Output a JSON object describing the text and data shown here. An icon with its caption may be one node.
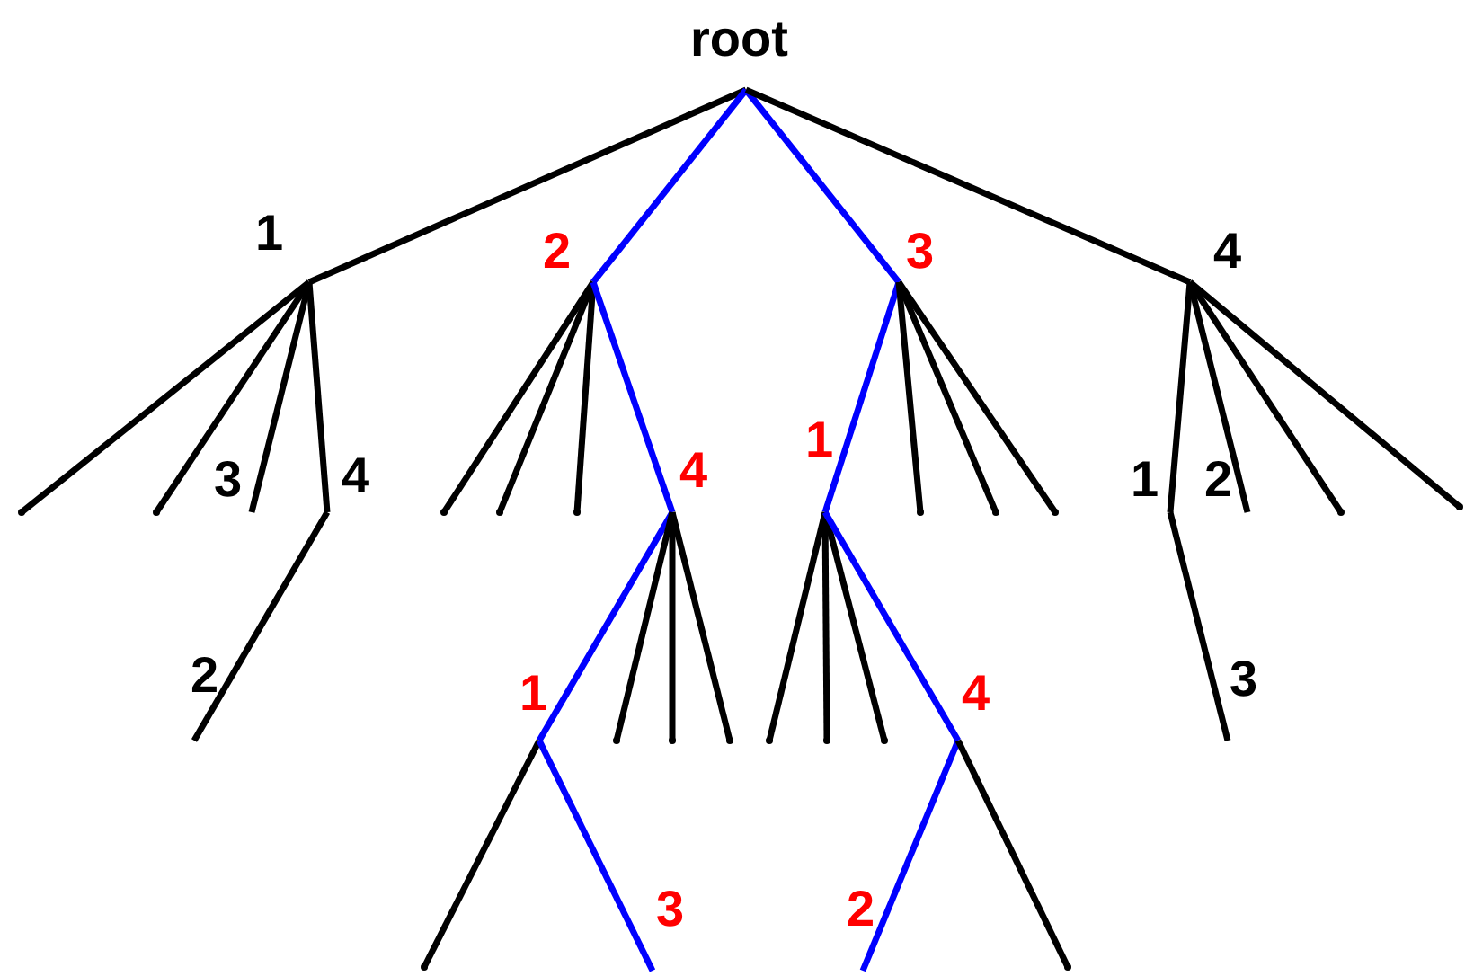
{
  "diagram": {
    "nodes": [
      {
        "text": [
          "root"
        ]
      },
      {
        "text": [
          "1"
        ]
      },
      {
        "text": [
          "2"
        ]
      },
      {
        "text": [
          "3"
        ]
      },
      {
        "text": [
          "4"
        ]
      },
      {
        "text": [],
        "shape": "point"
      },
      {
        "text": [],
        "shape": "point"
      },
      {
        "text": [
          "3"
        ]
      },
      {
        "text": [
          "4"
        ]
      },
      {
        "text": [],
        "shape": "point"
      },
      {
        "text": [],
        "shape": "point"
      },
      {
        "text": [],
        "shape": "point"
      },
      {
        "text": [
          "4"
        ]
      },
      {
        "text": [
          "1"
        ]
      },
      {
        "text": [],
        "shape": "point"
      },
      {
        "text": [],
        "shape": "point"
      },
      {
        "text": [],
        "shape": "point"
      },
      {
        "text": [
          "1"
        ]
      },
      {
        "text": [
          "2"
        ]
      },
      {
        "text": [],
        "shape": "point"
      },
      {
        "text": [],
        "shape": "point"
      },
      {
        "text": [
          "2"
        ]
      },
      {
        "text": [
          "1"
        ]
      },
      {
        "text": [],
        "shape": "point"
      },
      {
        "text": [],
        "shape": "point"
      },
      {
        "text": [],
        "shape": "point"
      },
      {
        "text": [],
        "shape": "point"
      },
      {
        "text": [],
        "shape": "point"
      },
      {
        "text": [],
        "shape": "point"
      },
      {
        "text": [
          "4"
        ]
      },
      {
        "text": [
          "3"
        ]
      },
      {
        "text": [],
        "shape": "point"
      },
      {
        "text": [
          "3"
        ]
      },
      {
        "text": [
          "2"
        ]
      },
      {
        "text": [],
        "shape": "point"
      }
    ],
    "edges": [
      {
        "from": 0,
        "to": 1,
        "arrow": "none"
      },
      {
        "from": 0,
        "to": 2,
        "arrow": "none",
        "color": "#0000ff"
      },
      {
        "from": 0,
        "to": 3,
        "arrow": "none",
        "color": "#0000ff"
      },
      {
        "from": 0,
        "to": 4,
        "arrow": "none"
      },
      {
        "from": 1,
        "to": 5,
        "arrow": "none"
      },
      {
        "from": 1,
        "to": 6,
        "arrow": "none"
      },
      {
        "from": 1,
        "to": 7,
        "arrow": "none"
      },
      {
        "from": 1,
        "to": 8,
        "arrow": "none"
      },
      {
        "from": 2,
        "to": 9,
        "arrow": "none"
      },
      {
        "from": 2,
        "to": 10,
        "arrow": "none"
      },
      {
        "from": 2,
        "to": 11,
        "arrow": "none"
      },
      {
        "from": 2,
        "to": 12,
        "arrow": "none",
        "color": "#0000ff"
      },
      {
        "from": 3,
        "to": 13,
        "arrow": "none",
        "color": "#0000ff"
      },
      {
        "from": 3,
        "to": 14,
        "arrow": "none"
      },
      {
        "from": 3,
        "to": 15,
        "arrow": "none"
      },
      {
        "from": 3,
        "to": 16,
        "arrow": "none"
      },
      {
        "from": 4,
        "to": 17,
        "arrow": "none"
      },
      {
        "from": 4,
        "to": 18,
        "arrow": "none"
      },
      {
        "from": 4,
        "to": 19,
        "arrow": "none"
      },
      {
        "from": 4,
        "to": 20,
        "arrow": "none"
      },
      {
        "from": 8,
        "to": 21,
        "arrow": "none"
      },
      {
        "from": 12,
        "to": 22,
        "arrow": "none",
        "color": "#0000ff"
      },
      {
        "from": 12,
        "to": 23,
        "arrow": "none"
      },
      {
        "from": 12,
        "to": 24,
        "arrow": "none"
      },
      {
        "from": 12,
        "to": 25,
        "arrow": "none"
      },
      {
        "from": 13,
        "to": 26,
        "arrow": "none"
      },
      {
        "from": 13,
        "to": 27,
        "arrow": "none"
      },
      {
        "from": 13,
        "to": 28,
        "arrow": "none"
      },
      {
        "from": 13,
        "to": 29,
        "arrow": "none",
        "color": "#0000ff"
      },
      {
        "from": 17,
        "to": 30,
        "arrow": "none"
      },
      {
        "from": 22,
        "to": 31,
        "arrow": "none"
      },
      {
        "from": 22,
        "to": 32,
        "arrow": "none",
        "color": "#0000ff"
      },
      {
        "from": 29,
        "to": 33,
        "arrow": "none",
        "color": "#0000ff"
      },
      {
        "from": 29,
        "to": 34,
        "arrow": "none"
      }
    ]
  }
}
